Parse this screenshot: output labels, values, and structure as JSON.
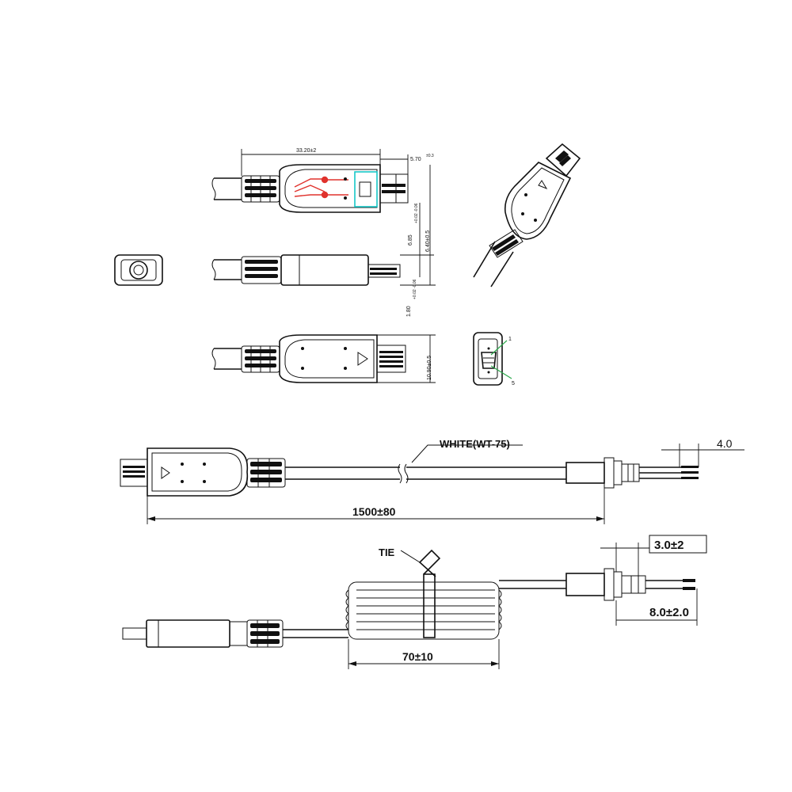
{
  "labels": {
    "length_overall": "33.20±2",
    "plug_tip_length": "5.70",
    "plug_tip_tol": "±0.3",
    "plug_height_a": "6.85",
    "plug_height_a_tol": "+0.02 -0.06",
    "body_height": "6.40±0.5",
    "plug_thickness": "1.80",
    "plug_thickness_tol": "+0.02 -0.06",
    "body_width": "10.90±0.5",
    "pin_top": "1",
    "pin_bottom": "5",
    "cable_label": "WHITE(WT-75)",
    "strip_length": "4.0",
    "cable_length": "1500±80",
    "tie_label": "TIE",
    "strip_length_2": "3.0±2",
    "jacket_strip": "8.0±2.0",
    "coil_width": "70±10"
  },
  "colors": {
    "line": "#111111",
    "wiring_red": "#e0322d",
    "highlight_cyan": "#17c7c7",
    "pin_green": "#2aa84a"
  }
}
